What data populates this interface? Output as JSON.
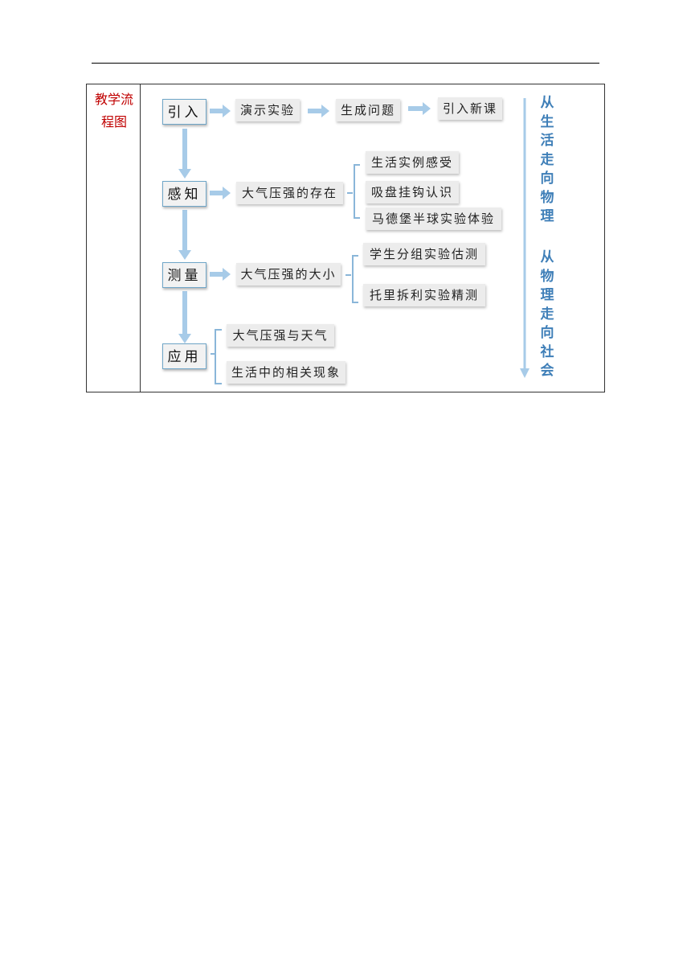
{
  "row_label": "教学流程图",
  "colors": {
    "label": "#c00000",
    "arrow": "#a7cbe8",
    "bracket": "#8ab6d9",
    "side_text": "#3f7fb8"
  },
  "main_steps": [
    "引入",
    "感知",
    "测量",
    "应用"
  ],
  "intro_chain": [
    "演示实验",
    "生成问题",
    "引入新课"
  ],
  "perception": {
    "center": "大气压强的存在",
    "items": [
      "生活实例感受",
      "吸盘挂钩认识",
      "马德堡半球实验体验"
    ]
  },
  "measurement": {
    "center": "大气压强的大小",
    "items": [
      "学生分组实验估测",
      "托里拆利实验精测"
    ]
  },
  "application": {
    "items": [
      "大气压强与天气",
      "生活中的相关现象"
    ]
  },
  "side_labels": [
    "从生活走向物理",
    "从物理走向社会"
  ]
}
